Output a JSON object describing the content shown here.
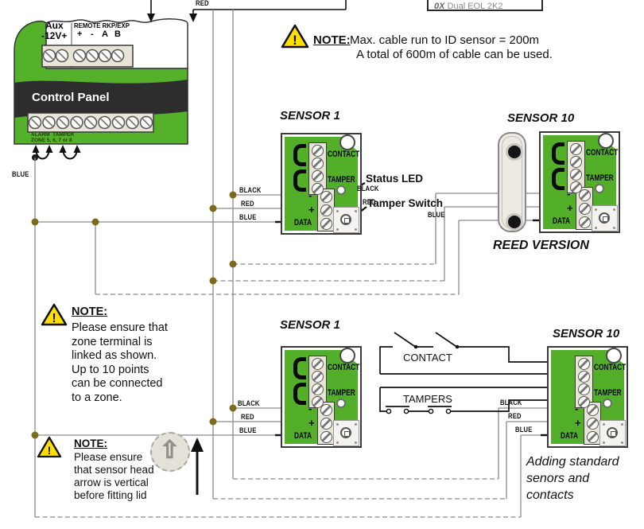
{
  "diagram": {
    "control_panel": {
      "aux_label": "Aux",
      "aux_sub": "-12V+",
      "remote_label": "REMOTE RKP/EXP",
      "remote_pins": [
        "+",
        "-",
        "A",
        "B"
      ],
      "name": "Control Panel",
      "alarm_tamper": "ALARM  TAMPER",
      "zone_line": "ZONE 5, 6, 7 or 8"
    },
    "eol_box": {
      "prefix": "0X",
      "label": "Dual EOL 2K2"
    },
    "warning_mark": "!",
    "notes": {
      "top": {
        "heading": "NOTE:",
        "lines": [
          "Max. cable run to ID sensor = 200m",
          "A total of 600m of cable can be used."
        ]
      },
      "zone": {
        "heading": "NOTE:",
        "lines": [
          "Please ensure that",
          "zone terminal is",
          "linked as shown.",
          "Up to 10 points",
          "can be connected",
          "to a zone."
        ]
      },
      "arrow": {
        "heading": "NOTE:",
        "lines": [
          "Please ensure",
          "that sensor head",
          "arrow is vertical",
          "before fitting lid"
        ]
      }
    },
    "board": {
      "contact": "CONTACT",
      "tamper": "TAMPER",
      "minus": "-",
      "plus": "+",
      "data": "DATA"
    },
    "sensors": {
      "s1_top": "SENSOR 1",
      "s10_top": "SENSOR 10",
      "s1_bottom": "SENSOR 1",
      "s10_bottom": "SENSOR 10"
    },
    "captions": {
      "reed": "REED VERSION",
      "adding": [
        "Adding standard",
        "senors and",
        "contacts"
      ],
      "status_led": "Status LED",
      "tamper_switch": "Tamper Switch",
      "contact_circuit": "CONTACT",
      "tampers_circuit": "TAMPERS"
    },
    "wire_labels": {
      "red_top": "RED",
      "blue_left": "BLUE",
      "s1_top": [
        "BLACK",
        "RED",
        "BLUE"
      ],
      "s10_top": [
        "BLACK",
        "RED",
        "BLUE"
      ],
      "s1_bottom": [
        "BLACK",
        "RED",
        "BLUE"
      ],
      "s10_bottom": [
        "BLACK",
        "RED",
        "BLUE"
      ]
    },
    "colors": {
      "pcb_green": "#53AF2A",
      "warning_yellow": "#FFDE00",
      "wire_gray": "#8a8a8a",
      "junction_olive": "#7c6a1d"
    }
  }
}
